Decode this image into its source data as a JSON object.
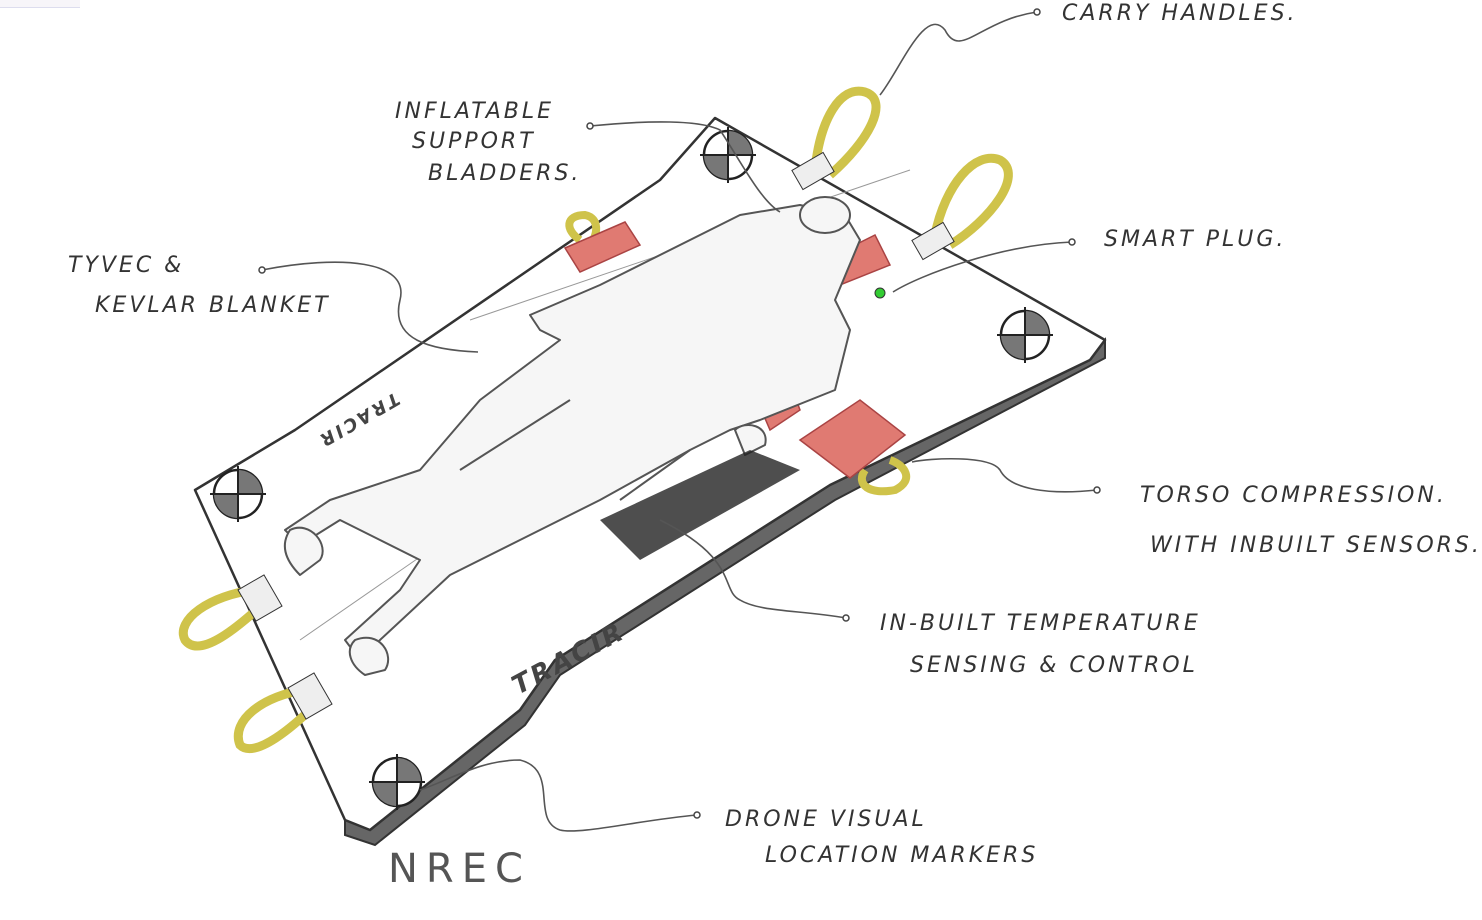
{
  "labels": {
    "carry_handles": "CARRY HANDLES.",
    "bladders_1": "INFLATABLE",
    "bladders_2": "SUPPORT",
    "bladders_3": "BLADDERS.",
    "smart_plug": "SMART PLUG.",
    "blanket_1": "TYVEC &",
    "blanket_2": "KEVLAR BLANKET",
    "torso_1": "TORSO COMPRESSION.",
    "torso_2": "WITH INBUILT SENSORS.",
    "temp_1": "IN-BUILT TEMPERATURE",
    "temp_2": "SENSING & CONTROL",
    "drone_1": "DRONE VISUAL",
    "drone_2": "LOCATION MARKERS"
  },
  "brand": {
    "board_top": "TRACIR",
    "board_bottom": "TRACIR",
    "logo": "NREC"
  },
  "colors": {
    "pad": "#e07a72",
    "handle": "#cfc34a",
    "outline": "#333333"
  }
}
